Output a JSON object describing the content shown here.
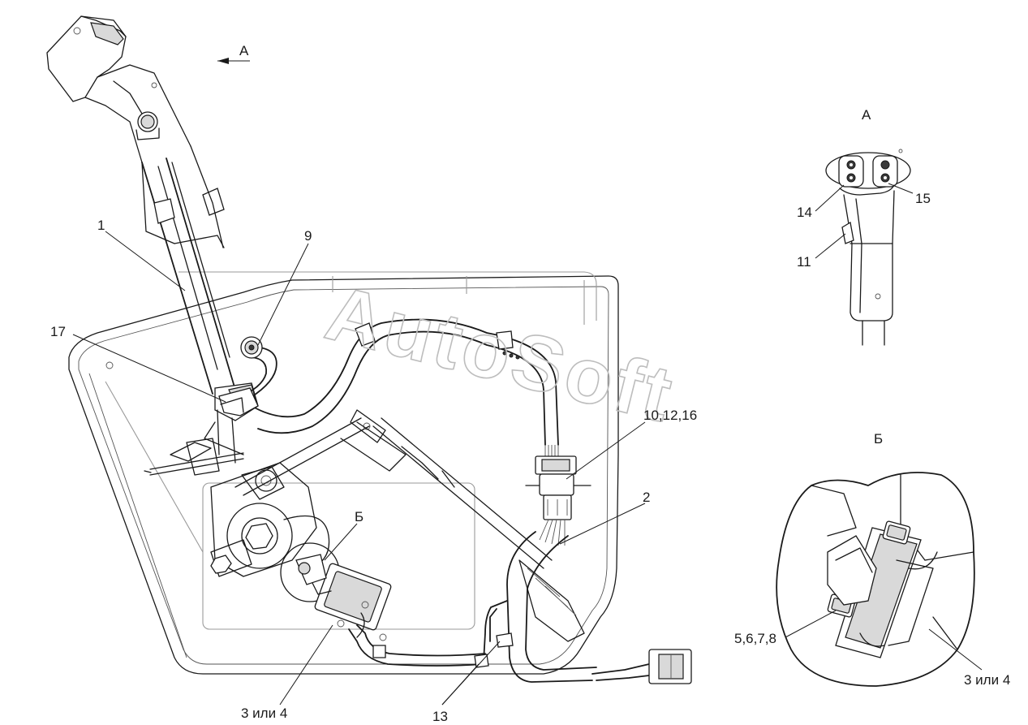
{
  "watermark": "AutoSoft",
  "view_arrow_label": "А",
  "views": {
    "view_a_title": "А",
    "view_b_title": "Б"
  },
  "callouts": {
    "c1": "1",
    "c2": "2",
    "c9": "9",
    "c17": "17",
    "c10_12_16": "10,12,16",
    "cB": "Б",
    "c3or4_main": "3 или 4",
    "c13": "13",
    "c14": "14",
    "c15": "15",
    "c11": "11",
    "c5_8": "5,6,7,8",
    "c3or4_detail": "3 или 4"
  }
}
